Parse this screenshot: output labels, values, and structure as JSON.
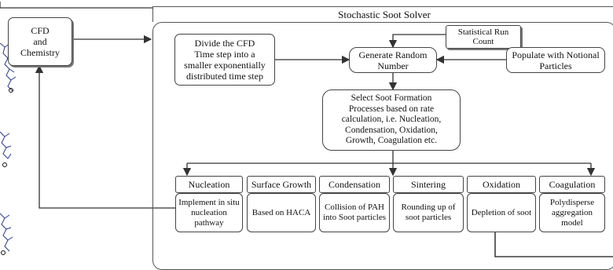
{
  "colors": {
    "line": "#333333",
    "box_border": "#444444",
    "molecule": "#2a3a8a"
  },
  "header": {
    "title": "Stochastic Soot Solver"
  },
  "cfd_box": {
    "text": "CFD\nand\nChemistry"
  },
  "statistical_box": {
    "text": "Statistical Run\nCount"
  },
  "divide_box": {
    "text": "Divide the CFD\nTime step into a\nsmaller exponentially\ndistributed time step"
  },
  "generate_box": {
    "text": "Generate Random\nNumber"
  },
  "populate_box": {
    "text": "Populate with Notional\nParticles"
  },
  "select_box": {
    "text": "Select Soot Formation\nProcesses based on rate\ncalculation, i.e. Nucleation,\nCondensation,  Oxidation,\nGrowth, Coagulation etc."
  },
  "processes": [
    {
      "title": "Nucleation",
      "desc": "Implement in situ\nnucleation\npathway"
    },
    {
      "title": "Surface Growth",
      "desc": "Based on HACA"
    },
    {
      "title": "Condensation",
      "desc": "Collision of PAH\ninto Soot particles"
    },
    {
      "title": "Sintering",
      "desc": "Rounding up of\nsoot particles"
    },
    {
      "title": "Oxidation",
      "desc": "Depletion of soot"
    },
    {
      "title": "Coagulation",
      "desc": "Polydisperse\naggregation\nmodel"
    }
  ]
}
